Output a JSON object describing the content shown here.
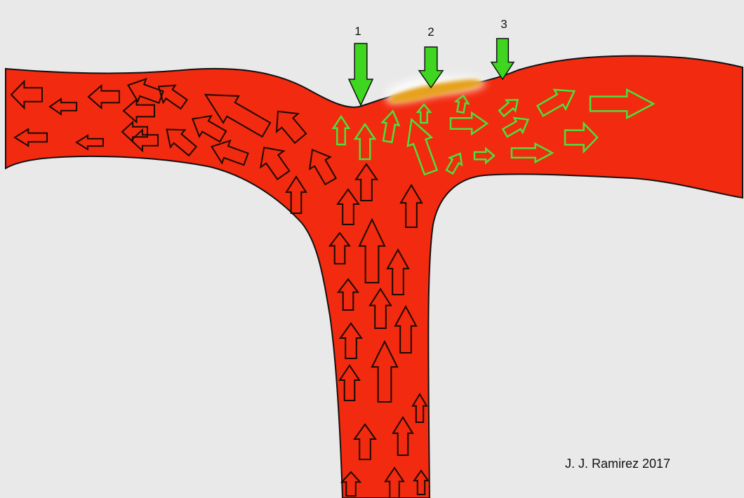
{
  "diagram": {
    "markers": [
      {
        "label": "1"
      },
      {
        "label": "2"
      },
      {
        "label": "3"
      }
    ],
    "credit": "J. J. Ramirez 2017"
  },
  "colors": {
    "background": "#e9e9e9",
    "vessel_fill": "#f22a0f",
    "vessel_outline": "#111111",
    "flow_arrow_outline": "#1a0a00",
    "disturbed_flow_arrow": "#4be03c",
    "indicator_arrow": "#3fd621",
    "plaque": "#e6a21a"
  },
  "icons": {
    "flow_arrow": "outlined-arrow-icon",
    "indicator_arrow": "down-arrow-icon",
    "plaque": "plaque-deposit"
  }
}
